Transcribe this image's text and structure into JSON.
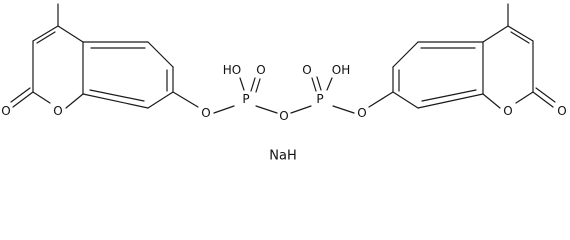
{
  "figure": {
    "type": "chemical-structure",
    "atom_labels": {
      "carbonyl_o_left": "O",
      "ring_o_left": "O",
      "ester_o_left": "O",
      "p_left": "P",
      "oh_left": "HO",
      "double_o_left": "O",
      "bridge_o": "O",
      "p_right": "P",
      "oh_right": "OH",
      "double_o_right": "O",
      "ester_o_right": "O",
      "ring_o_right": "O",
      "carbonyl_o_right": "O"
    },
    "counterion": "NaH"
  }
}
